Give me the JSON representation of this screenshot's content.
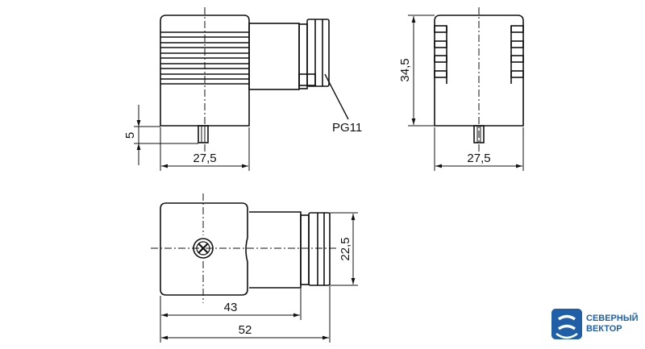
{
  "drawing": {
    "side_view": {
      "dim_height": "5",
      "dim_width": "27,5",
      "label_thread": "PG11"
    },
    "front_view": {
      "dim_height": "34,5",
      "dim_width": "27,5"
    },
    "top_view": {
      "dim_height": "22,5",
      "dim_inner_length": "43",
      "dim_total_length": "52"
    }
  },
  "logo": {
    "line1": "СЕВЕРНЫЙ",
    "line2": "ВЕКТОР",
    "color": "#1f5fa8"
  },
  "colors": {
    "line": "#111111",
    "background": "#ffffff"
  }
}
